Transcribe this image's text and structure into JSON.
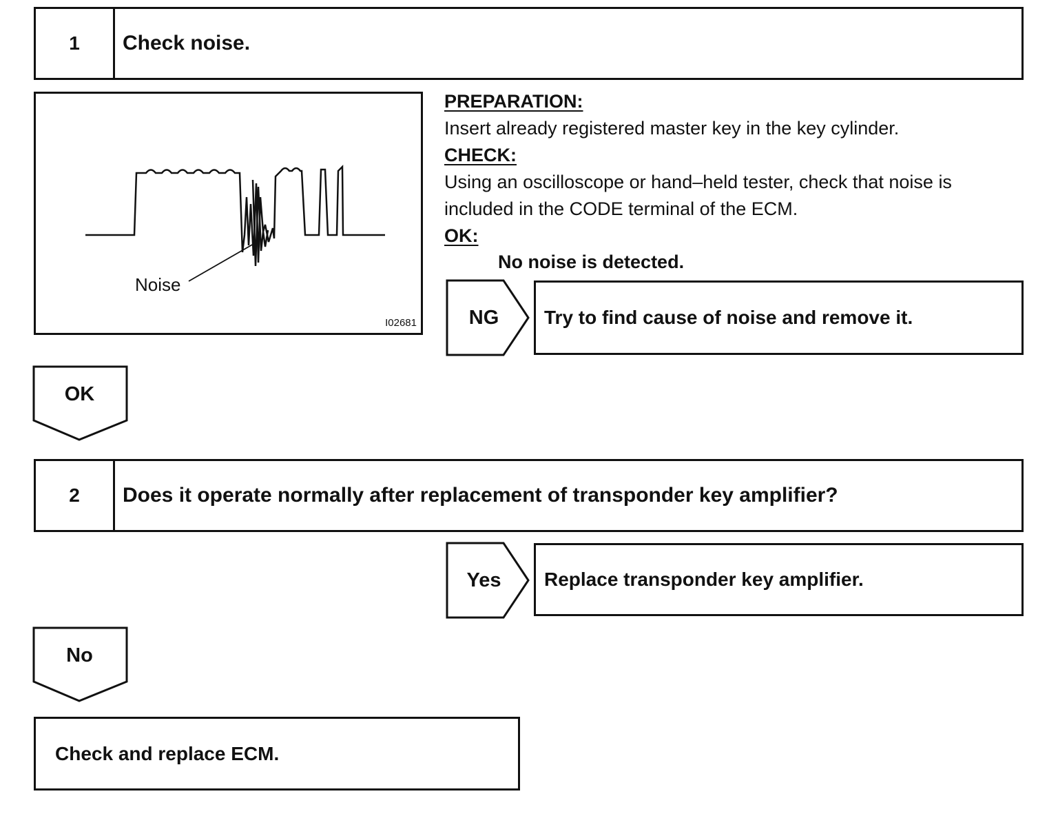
{
  "step1": {
    "number": "1",
    "title": "Check noise."
  },
  "figure": {
    "noise_label": "Noise",
    "figure_id": "I02681"
  },
  "preparation": {
    "heading": "PREPARATION:",
    "text": "Insert already registered master key in the key cylinder."
  },
  "check": {
    "heading": "CHECK:",
    "line1": "Using an oscilloscope or hand–held tester, check that noise is",
    "line2": "included in the CODE terminal of the ECM."
  },
  "ok_criteria": {
    "heading": "OK:",
    "value": "No noise is detected."
  },
  "ng_branch": {
    "label": "NG",
    "action": "Try to find cause of noise and remove it."
  },
  "ok_branch": {
    "label": "OK"
  },
  "step2": {
    "number": "2",
    "title": "Does it operate normally after replacement of transponder key amplifier?"
  },
  "yes_branch": {
    "label": "Yes",
    "action": "Replace transponder key amplifier."
  },
  "no_branch": {
    "label": "No"
  },
  "final_action": {
    "text": "Check and replace ECM."
  }
}
